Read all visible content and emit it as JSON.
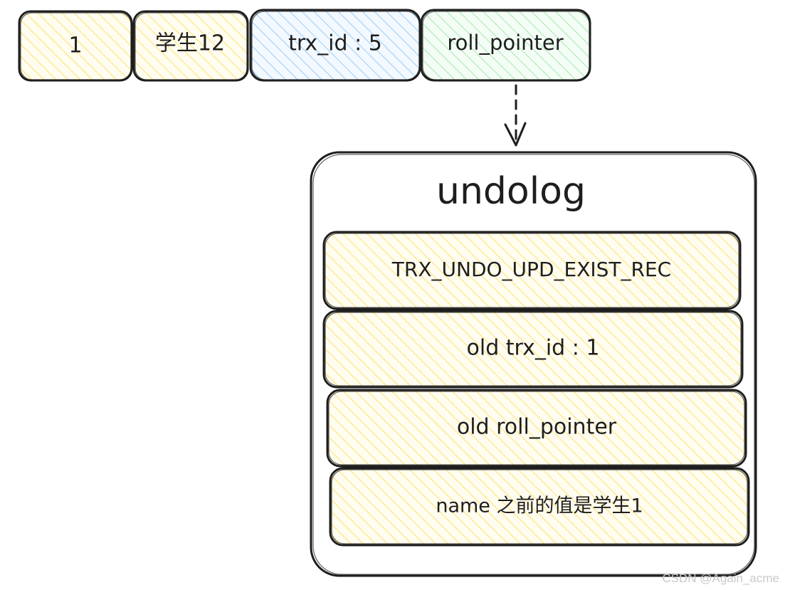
{
  "record": {
    "fields": [
      {
        "label": "1",
        "fill": "#ffec99"
      },
      {
        "label": "学生12",
        "fill": "#ffec99"
      },
      {
        "label": "trx_id : 5",
        "fill": "#a5d8ff"
      },
      {
        "label": "roll_pointer",
        "fill": "#b2f2bb"
      }
    ]
  },
  "undolog": {
    "title": "undolog",
    "entries": [
      {
        "label": "TRX_UNDO_UPD_EXIST_REC",
        "fill": "#ffec99"
      },
      {
        "label": "old trx_id : 1",
        "fill": "#ffec99"
      },
      {
        "label": "old roll_pointer",
        "fill": "#ffec99"
      },
      {
        "label": "name 之前的值是学生1",
        "fill": "#ffec99"
      }
    ]
  },
  "watermark": "CSDN @Again_acme",
  "colors": {
    "stroke": "#1e1e1e",
    "yellow": "#ffec99",
    "blue": "#a5d8ff",
    "green": "#b2f2bb"
  }
}
